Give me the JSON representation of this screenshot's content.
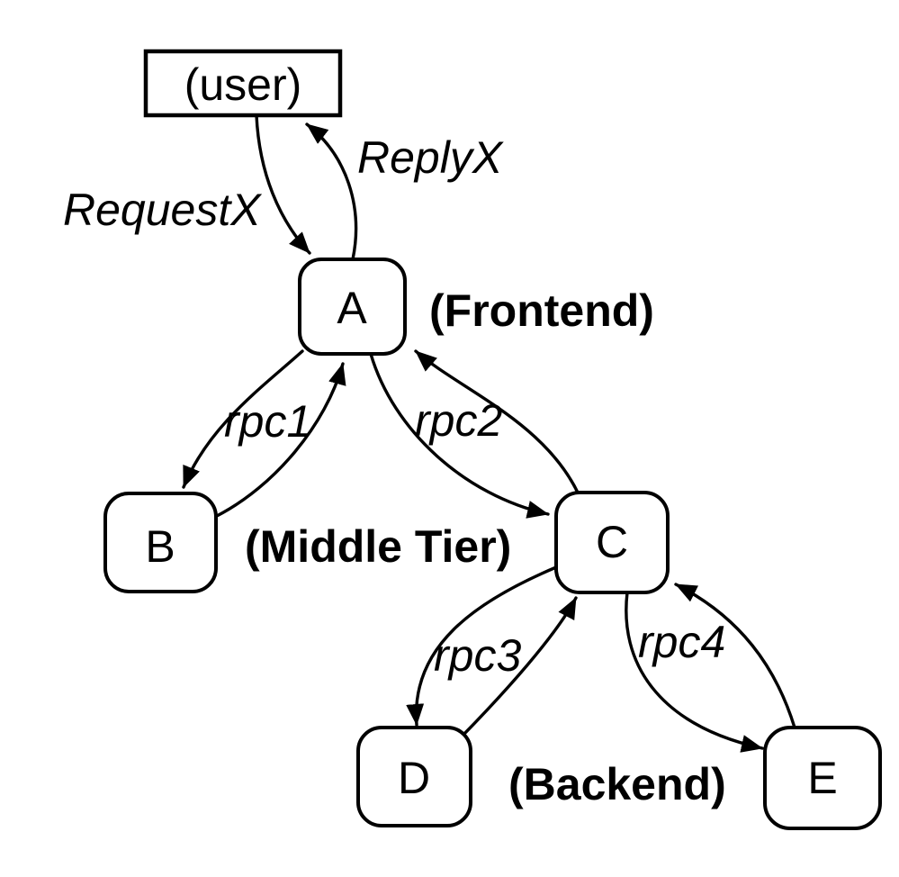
{
  "diagram": {
    "description": "RPC call graph with user, frontend, middle tier and backend nodes",
    "colors": {
      "background": "#ffffff",
      "stroke": "#000000",
      "node_fill": "#ffffff",
      "text": "#000000"
    },
    "nodes": {
      "user": {
        "label": "(user)",
        "shape": "rectangle"
      },
      "a": {
        "label": "A",
        "shape": "rounded"
      },
      "b": {
        "label": "B",
        "shape": "rounded"
      },
      "c": {
        "label": "C",
        "shape": "rounded"
      },
      "d": {
        "label": "D",
        "shape": "rounded"
      },
      "e": {
        "label": "E",
        "shape": "rounded"
      }
    },
    "tier_labels": {
      "frontend": "(Frontend)",
      "middle_tier": "(Middle Tier)",
      "backend": "(Backend)"
    },
    "edge_labels": {
      "request": "RequestX",
      "reply": "ReplyX",
      "rpc1": "rpc1",
      "rpc2": "rpc2",
      "rpc3": "rpc3",
      "rpc4": "rpc4"
    },
    "edges": [
      {
        "from": "user",
        "to": "A",
        "label": "RequestX"
      },
      {
        "from": "A",
        "to": "user",
        "label": "ReplyX"
      },
      {
        "from": "A",
        "to": "B",
        "label": "rpc1"
      },
      {
        "from": "B",
        "to": "A",
        "label": "rpc1"
      },
      {
        "from": "A",
        "to": "C",
        "label": "rpc2"
      },
      {
        "from": "C",
        "to": "A",
        "label": "rpc2"
      },
      {
        "from": "C",
        "to": "D",
        "label": "rpc3"
      },
      {
        "from": "D",
        "to": "C",
        "label": "rpc3"
      },
      {
        "from": "C",
        "to": "E",
        "label": "rpc4"
      },
      {
        "from": "E",
        "to": "C",
        "label": "rpc4"
      }
    ]
  }
}
